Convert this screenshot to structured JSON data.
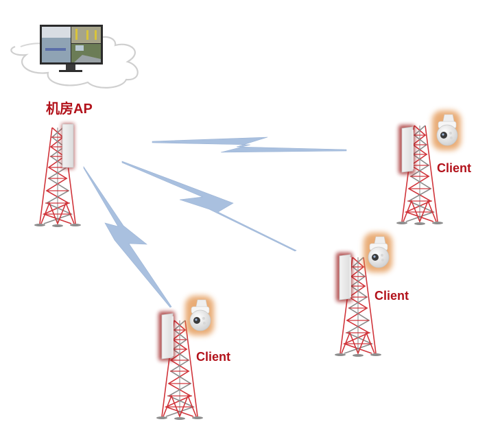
{
  "diagram": {
    "type": "wireless point-to-multipoint bridge topology",
    "colors": {
      "label_red": "#b2121b",
      "tower_red": "#d0343a",
      "tower_gray": "#8a8a8a",
      "signal_blue": "#a9c0df",
      "cloud_gray": "#c8c8c8",
      "cpe_glow_red": "#9b1c1c",
      "camera_glow_orange": "#e08a3c"
    },
    "ap": {
      "label": "机房AP",
      "icons": [
        "cloud-icon",
        "monitor-icon",
        "tower-icon",
        "cpe-antenna-icon"
      ]
    },
    "clients": [
      {
        "label": "Client",
        "position": "right-top"
      },
      {
        "label": "Client",
        "position": "right-middle"
      },
      {
        "label": "Client",
        "position": "bottom-left"
      }
    ],
    "links": [
      {
        "from": "ap",
        "to": "clients.0",
        "icon": "lightning-signal-icon"
      },
      {
        "from": "ap",
        "to": "clients.1",
        "icon": "lightning-signal-icon"
      },
      {
        "from": "ap",
        "to": "clients.2",
        "icon": "lightning-signal-icon"
      }
    ]
  }
}
